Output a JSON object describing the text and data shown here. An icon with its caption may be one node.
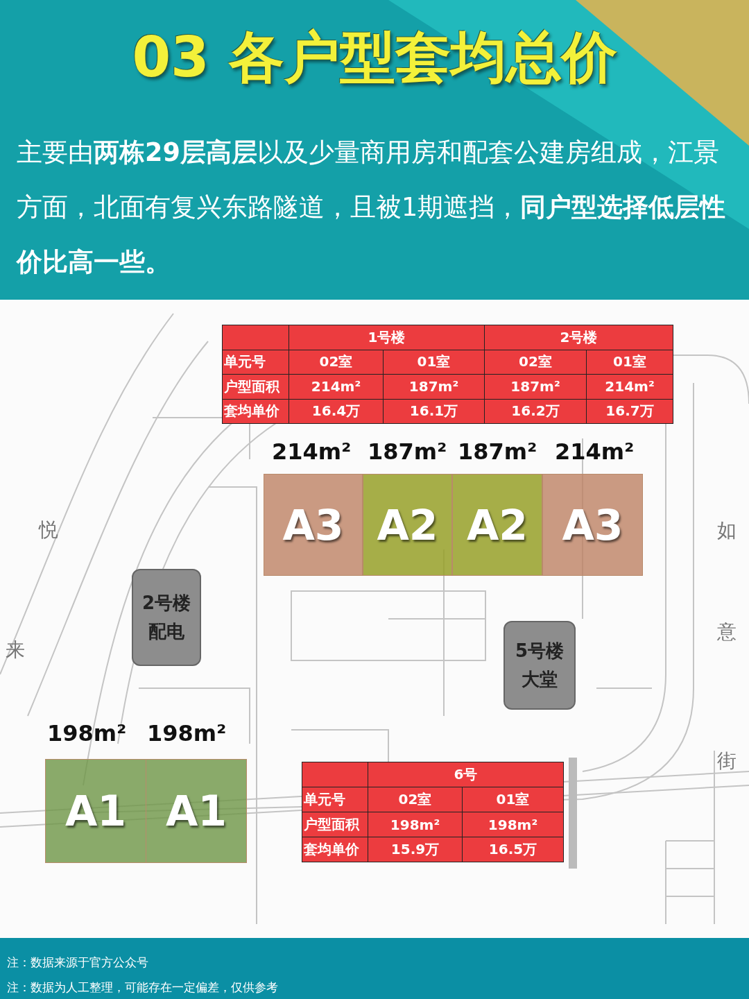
{
  "diagram": {
    "title": "03 各户型套均总价",
    "nodes": [
      {
        "text": [
          "A3"
        ],
        "beside": [
          "214m²"
        ]
      },
      {
        "text": [
          "A2"
        ],
        "beside": [
          "187m²"
        ]
      },
      {
        "text": [
          "A2"
        ],
        "beside": [
          "187m²"
        ]
      },
      {
        "text": [
          "A3"
        ],
        "beside": [
          "214m²"
        ]
      },
      {
        "text": [
          "A1"
        ],
        "beside": [
          "198m²"
        ]
      },
      {
        "text": [
          "A1"
        ],
        "beside": [
          "198m²"
        ]
      },
      {
        "text": [
          "2号楼",
          "配电"
        ]
      },
      {
        "text": [
          "5号楼",
          "大堂"
        ]
      }
    ],
    "labels": [
      "主要由**两栋29层高层**以及少量商用房和配套公建房组成，江景方面，北面有复兴东路隧道，且被1期遮挡，**同户型选择低层性价比高一些。**",
      "1号楼",
      "2号楼",
      "单元号",
      "02室",
      "01室",
      "02室",
      "01室",
      "户型面积",
      "214m²",
      "187m²",
      "187m²",
      "214m²",
      "套均单价",
      "16.4万",
      "16.1万",
      "16.2万",
      "16.7万",
      "6号",
      "单元号",
      "02室",
      "01室",
      "户型面积",
      "198m²",
      "198m²",
      "套均单价",
      "15.9万",
      "16.5万",
      "悦",
      "来",
      "如",
      "意",
      "街",
      "注：数据来源于官方公众号",
      "注：数据为人工整理，可能存在一定偏差，仅供参考"
    ]
  }
}
